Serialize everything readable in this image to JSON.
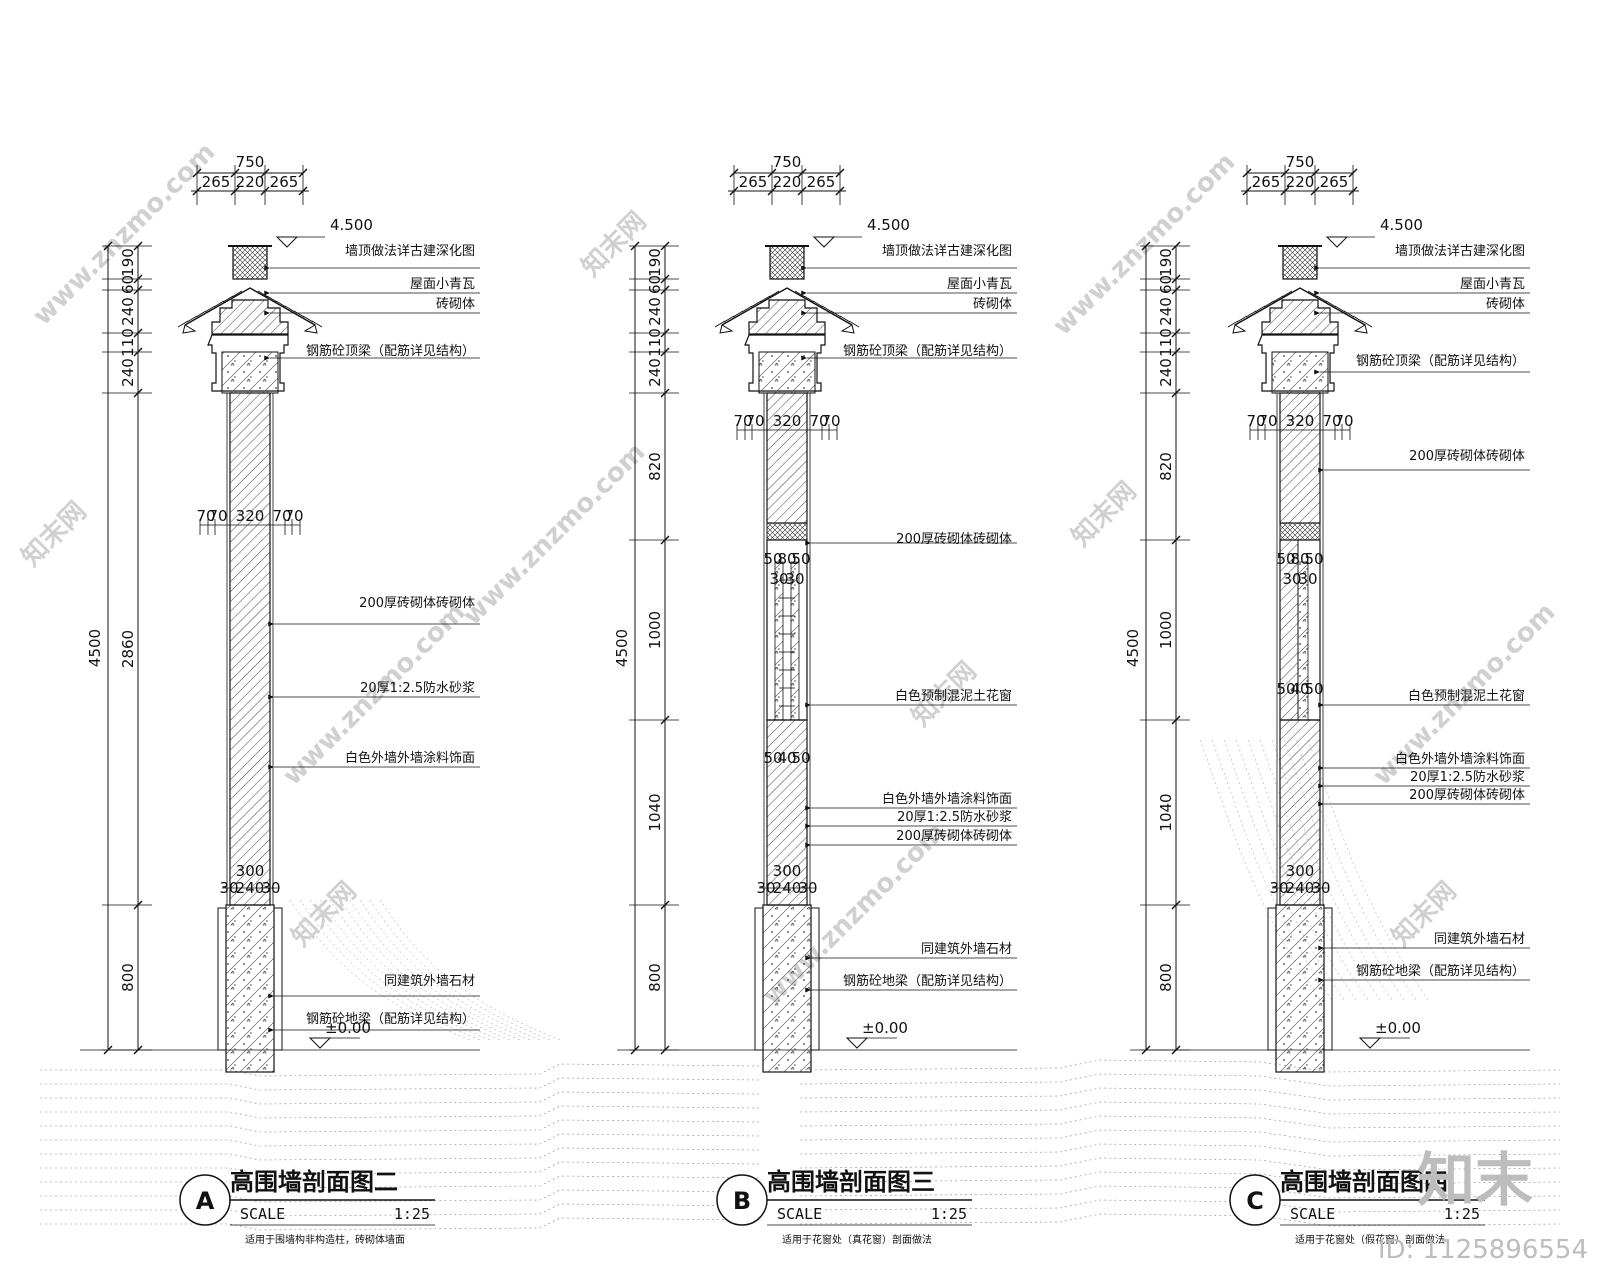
{
  "sections": [
    {
      "id": "A",
      "title": "高围墙剖面图二",
      "scale_label": "SCALE",
      "scale_value": "1:25",
      "subtitle": "适用于围墙构非构造柱，砖砌体墙面",
      "top_total": "750",
      "top_parts": [
        "265",
        "220",
        "265"
      ],
      "elevation_top": "4.500",
      "elevation_zero": "±0.00",
      "total_height": "4500",
      "segments": [
        "190",
        "60",
        "240",
        "110",
        "240",
        "2860",
        "800"
      ],
      "width_upper": [
        "70",
        "70",
        "320",
        "70",
        "70"
      ],
      "width_base_total": "300",
      "width_base_parts": [
        "30",
        "240",
        "30"
      ],
      "notes": [
        "墙顶做法详古建深化图",
        "屋面小青瓦",
        "砖砌体",
        "钢筋砼顶梁（配筋详见结构）",
        "200厚砖砌体砖砌体",
        "20厚1:2.5防水砂浆",
        "白色外墙外墙涂料饰面",
        "同建筑外墙石材",
        "钢筋砼地梁（配筋详见结构）"
      ]
    },
    {
      "id": "B",
      "title": "高围墙剖面图三",
      "scale_label": "SCALE",
      "scale_value": "1:25",
      "subtitle": "适用于花窗处（真花窗）剖面做法",
      "top_total": "750",
      "top_parts": [
        "265",
        "220",
        "265"
      ],
      "elevation_top": "4.500",
      "elevation_zero": "±0.00",
      "total_height": "4500",
      "segments": [
        "190",
        "60",
        "240",
        "110",
        "240",
        "820",
        "1000",
        "1040",
        "800"
      ],
      "width_upper": [
        "70",
        "70",
        "320",
        "70",
        "70"
      ],
      "width_win_top": [
        "50",
        "80",
        "50"
      ],
      "width_win_top2": [
        "30",
        "30"
      ],
      "width_win_bot": [
        "50",
        "40",
        "50"
      ],
      "width_base_total": "300",
      "width_base_parts": [
        "30",
        "240",
        "30"
      ],
      "notes": [
        "墙顶做法详古建深化图",
        "屋面小青瓦",
        "砖砌体",
        "钢筋砼顶梁（配筋详见结构）",
        "200厚砖砌体砖砌体",
        "白色预制混泥土花窗",
        "白色外墙外墙涂料饰面",
        "20厚1:2.5防水砂浆",
        "200厚砖砌体砖砌体",
        "同建筑外墙石材",
        "钢筋砼地梁（配筋详见结构）"
      ]
    },
    {
      "id": "C",
      "title": "高围墙剖面图四",
      "scale_label": "SCALE",
      "scale_value": "1:25",
      "subtitle": "适用于花窗处（假花窗）剖面做法",
      "top_total": "750",
      "top_parts": [
        "265",
        "220",
        "265"
      ],
      "elevation_top": "4.500",
      "elevation_zero": "±0.00",
      "total_height": "4500",
      "segments": [
        "190",
        "60",
        "240",
        "110",
        "240",
        "820",
        "1000",
        "1040",
        "800"
      ],
      "width_upper": [
        "70",
        "70",
        "320",
        "70",
        "70"
      ],
      "width_win_top": [
        "50",
        "80",
        "50"
      ],
      "width_win_top2": [
        "30",
        "30"
      ],
      "width_win_bot": [
        "50",
        "40",
        "50"
      ],
      "width_base_total": "300",
      "width_base_parts": [
        "30",
        "240",
        "30"
      ],
      "notes": [
        "墙顶做法详古建深化图",
        "屋面小青瓦",
        "砖砌体",
        "钢筋砼顶梁（配筋详见结构）",
        "200厚砖砌体砖砌体",
        "白色预制混泥土花窗",
        "白色外墙外墙涂料饰面",
        "20厚1:2.5防水砂浆",
        "200厚砖砌体砖砌体",
        "同建筑外墙石材",
        "钢筋砼地梁（配筋详见结构）"
      ]
    }
  ],
  "watermark": {
    "site": "www.znzmo.com",
    "brand": "知末网",
    "logo": "知末",
    "id_text": "ID: 1125896554"
  },
  "colors": {
    "line": "#111111",
    "hatch": "#333333",
    "watermark": "#d0d0d0"
  }
}
